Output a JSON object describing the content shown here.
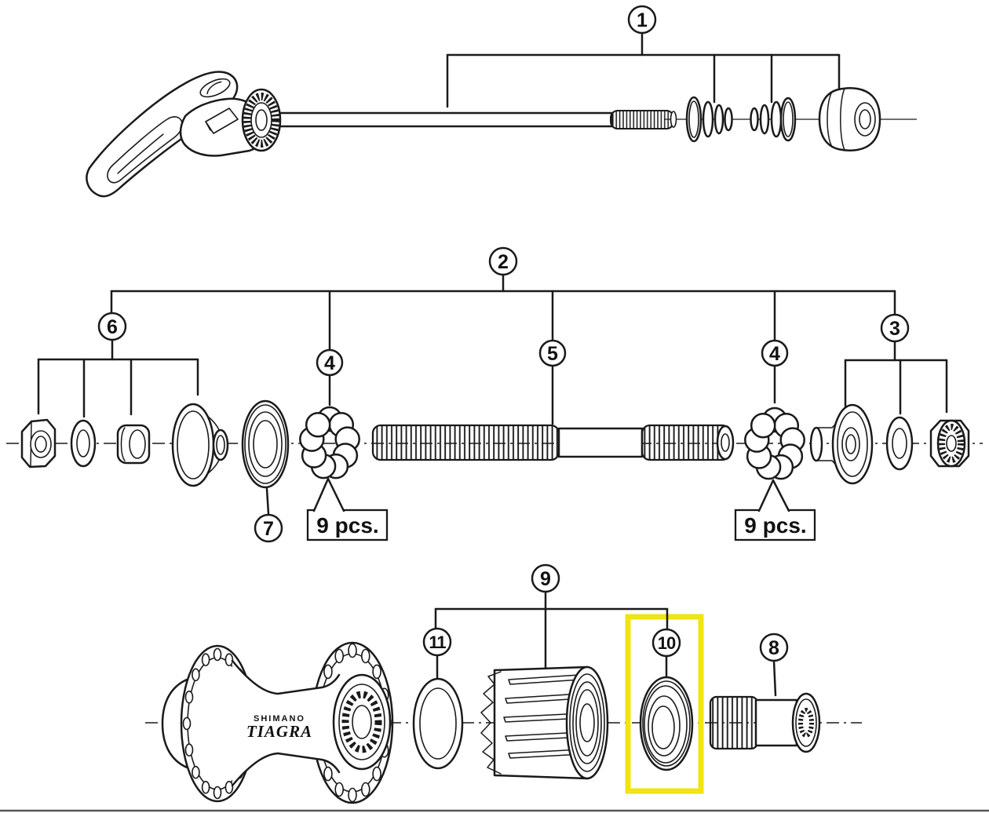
{
  "figure": {
    "type": "exploded-parts-diagram",
    "subject": "bicycle rear hub assembly",
    "brand_logo": {
      "line1": "SHIMANO",
      "line2": "TIAGRA"
    },
    "callouts": {
      "c1": "1",
      "c2": "2",
      "c3": "3",
      "c4_left": "4",
      "c4_right": "4",
      "c5": "5",
      "c6": "6",
      "c7": "7",
      "c8": "8",
      "c9": "9",
      "c10": "10",
      "c11": "11"
    },
    "quantity_labels": {
      "left": "9 pcs.",
      "right": "9 pcs."
    },
    "highlight": {
      "color": "#F0E414",
      "highlighted_callout": "10"
    },
    "line_color": "#1A1A1A",
    "background_color": "#FFFFFF"
  }
}
